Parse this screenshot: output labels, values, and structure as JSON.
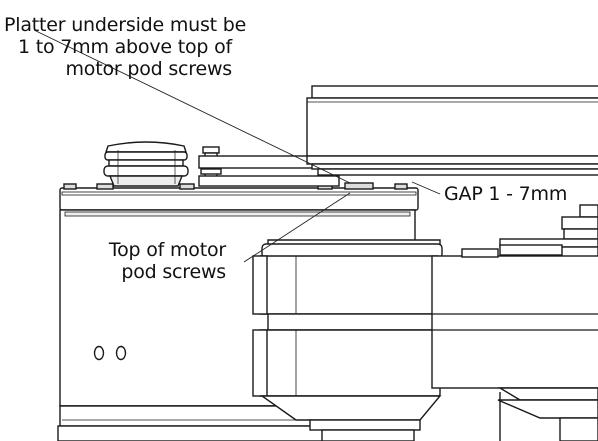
{
  "annotations": {
    "platter_note": {
      "lines": [
        "Platter underside must be",
        "1 to 7mm above top of",
        "motor pod screws"
      ]
    },
    "gap_label": "GAP 1 - 7mm",
    "screws_note": {
      "lines": [
        "Top of motor",
        "pod screws"
      ]
    }
  },
  "colors": {
    "line": "#1a1a1a",
    "fill": "#ffffff",
    "shade": "#d9d9d9",
    "dark": "#8a8a8a"
  }
}
